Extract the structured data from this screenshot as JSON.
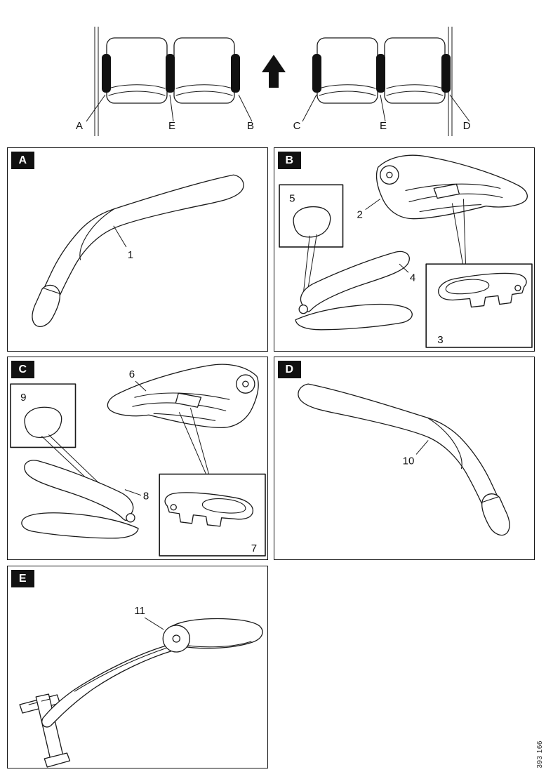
{
  "figure_number": "393 166",
  "colors": {
    "line": "#1a1a1a",
    "marker": "#111111",
    "label_bg": "#111111",
    "label_fg": "#ffffff"
  },
  "overview": {
    "position_labels": [
      "A",
      "E",
      "B",
      "C",
      "E",
      "D"
    ]
  },
  "panels": {
    "a": {
      "label": "A",
      "parts": {
        "p1": "1"
      }
    },
    "b": {
      "label": "B",
      "parts": {
        "p2": "2",
        "p3": "3",
        "p4": "4",
        "p5": "5"
      }
    },
    "c": {
      "label": "C",
      "parts": {
        "p6": "6",
        "p7": "7",
        "p8": "8",
        "p9": "9"
      }
    },
    "d": {
      "label": "D",
      "parts": {
        "p10": "10"
      }
    },
    "e": {
      "label": "E",
      "parts": {
        "p11": "11"
      }
    }
  }
}
